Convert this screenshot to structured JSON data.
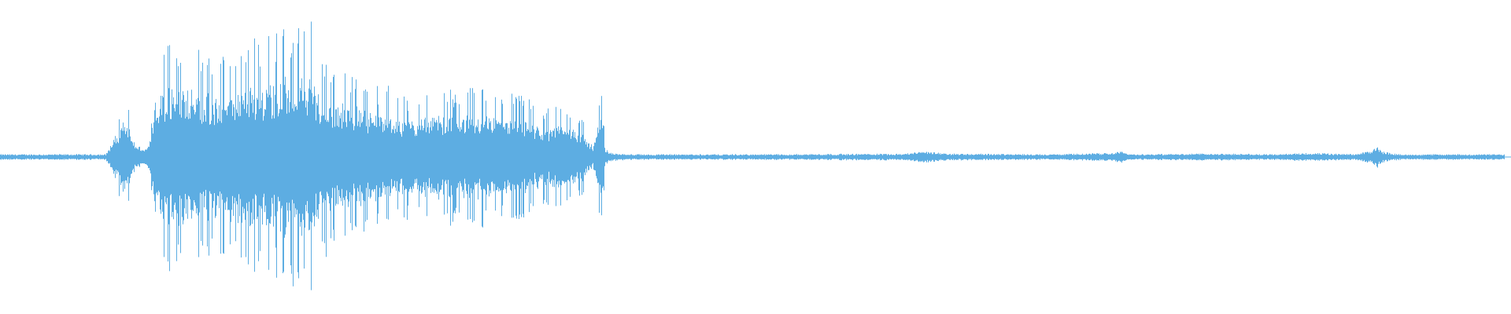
{
  "waveform": {
    "color": "#5dade2",
    "background": "#ffffff",
    "envelope": [
      [
        0.0,
        0.02
      ],
      [
        0.07,
        0.02
      ],
      [
        0.074,
        0.1
      ],
      [
        0.078,
        0.18
      ],
      [
        0.082,
        0.25
      ],
      [
        0.086,
        0.2
      ],
      [
        0.09,
        0.08
      ],
      [
        0.097,
        0.06
      ],
      [
        0.1,
        0.12
      ],
      [
        0.103,
        0.4
      ],
      [
        0.108,
        0.45
      ],
      [
        0.115,
        0.52
      ],
      [
        0.125,
        0.5
      ],
      [
        0.14,
        0.42
      ],
      [
        0.15,
        0.45
      ],
      [
        0.16,
        0.48
      ],
      [
        0.175,
        0.5
      ],
      [
        0.19,
        0.55
      ],
      [
        0.205,
        0.58
      ],
      [
        0.212,
        0.45
      ],
      [
        0.222,
        0.38
      ],
      [
        0.235,
        0.35
      ],
      [
        0.245,
        0.33
      ],
      [
        0.255,
        0.3
      ],
      [
        0.265,
        0.28
      ],
      [
        0.275,
        0.27
      ],
      [
        0.285,
        0.28
      ],
      [
        0.295,
        0.3
      ],
      [
        0.305,
        0.28
      ],
      [
        0.315,
        0.3
      ],
      [
        0.325,
        0.28
      ],
      [
        0.335,
        0.25
      ],
      [
        0.345,
        0.28
      ],
      [
        0.355,
        0.22
      ],
      [
        0.365,
        0.2
      ],
      [
        0.372,
        0.22
      ],
      [
        0.38,
        0.21
      ],
      [
        0.386,
        0.18
      ],
      [
        0.39,
        0.12
      ],
      [
        0.394,
        0.08
      ],
      [
        0.397,
        0.25
      ],
      [
        0.4,
        0.3
      ],
      [
        0.402,
        0.06
      ],
      [
        0.405,
        0.03
      ],
      [
        0.42,
        0.02
      ],
      [
        0.5,
        0.02
      ],
      [
        0.6,
        0.025
      ],
      [
        0.615,
        0.04
      ],
      [
        0.63,
        0.025
      ],
      [
        0.7,
        0.02
      ],
      [
        0.74,
        0.03
      ],
      [
        0.745,
        0.05
      ],
      [
        0.75,
        0.02
      ],
      [
        0.8,
        0.025
      ],
      [
        0.85,
        0.02
      ],
      [
        0.865,
        0.03
      ],
      [
        0.9,
        0.02
      ],
      [
        0.912,
        0.05
      ],
      [
        0.915,
        0.08
      ],
      [
        0.918,
        0.04
      ],
      [
        0.93,
        0.02
      ],
      [
        1.0,
        0.02
      ]
    ]
  }
}
